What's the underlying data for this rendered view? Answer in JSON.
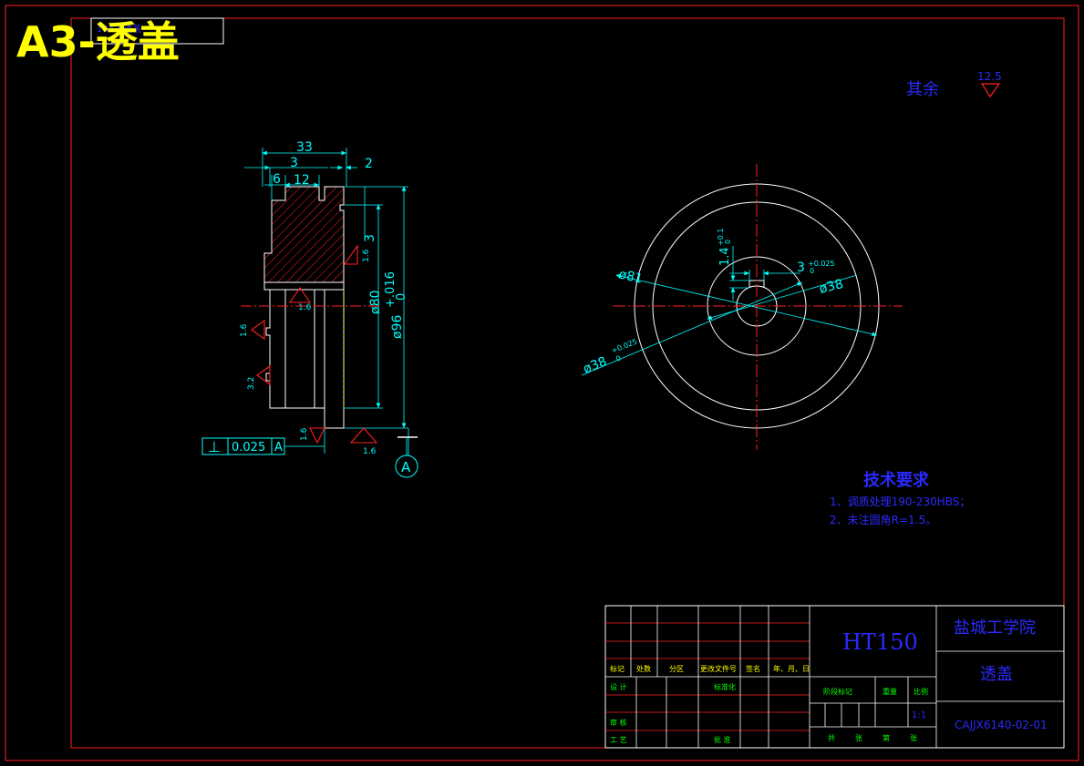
{
  "title": "A3-透盖",
  "title_small": "10A3-透盖",
  "roughness_other": {
    "label": "其余",
    "value": "12.5"
  },
  "section_view": {
    "dims": {
      "d33": "33",
      "d3": "3",
      "d2": "2",
      "d6": "6",
      "d12": "12",
      "d3v": "3",
      "d80": "ø80",
      "d96": "ø96",
      "d96_tol_upper": "+.016",
      "d96_tol_lower": "0"
    },
    "roughness": [
      "1.6",
      "1.6",
      "1.6",
      "3.2",
      "1.6",
      "1.6"
    ],
    "tolerance_frame": {
      "symbol": "⊥",
      "value": "0.025",
      "datum": "A"
    },
    "datum_label": "A"
  },
  "front_view": {
    "d81": "ø81",
    "d38": "ø38",
    "d38_tol": "ø38",
    "d38_tol_sup": "+0.025",
    "d38_tol_sub": "0",
    "keyway_w": "3",
    "keyway_w_tol": "+0.025",
    "keyway_w_tol2": "0",
    "keyway_d": "1.4",
    "keyway_d_tol": "+0.1",
    "keyway_d_tol2": "0"
  },
  "tech_req": {
    "heading": "技术要求",
    "items": [
      "1、调质处理190-230HBS；",
      "2、未注圆角R=1.5。"
    ]
  },
  "title_block": {
    "material": "HT150",
    "school": "盐城工学院",
    "part_name": "透盖",
    "drawing_no": "CAJJX6140-02-01",
    "scale": "1:1",
    "header_row": [
      "标记",
      "处数",
      "分区",
      "更改文件号",
      "签名",
      "年、月、日"
    ],
    "design": "设 计",
    "standardize": "标准化",
    "review": "审 核",
    "process": "工 艺",
    "approve": "批 准",
    "stage_label": "阶段标记",
    "weight_label": "重量",
    "scale_label": "比例",
    "sheets": [
      "共",
      "张",
      "第",
      "张"
    ]
  },
  "colors": {
    "frame": "#ff2020",
    "outline": "#ffffff",
    "dimension": "#00ffff",
    "hatch": "#ff2020",
    "roughness": "#ff2020",
    "text_blue": "#2a2aff",
    "title_yellow": "#ffff00",
    "table_green": "#00ff00"
  }
}
